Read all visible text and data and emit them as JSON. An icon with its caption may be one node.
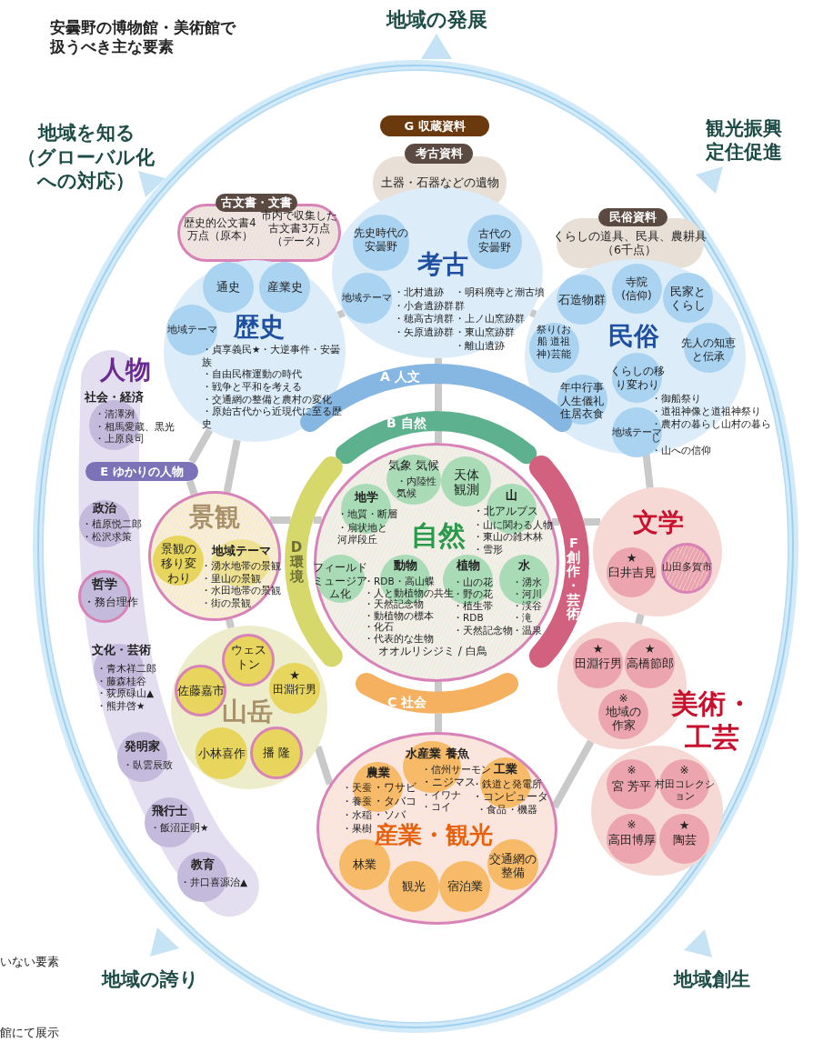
{
  "diagram": {
    "title": "安曇野の博物館・美術館で扱うべき主な要素",
    "nodes": [
      {
        "text": [
          "G 収蔵資料"
        ]
      },
      {
        "text": [
          "考古資料",
          "土器・石器などの遺物"
        ]
      },
      {
        "text": [
          "古文書・文書",
          "歴史的公文書4万点（原本）",
          "市内で収集した古文書3万点（データ）"
        ]
      },
      {
        "text": [
          "考古",
          "・北村遺跡",
          "・小倉遺跡群",
          "・穂高古墳群",
          "・矢原遺跡群",
          "・明科廃寺と潮古墳群",
          "・上ノ山窯跡群",
          "・東山窯跡群",
          "・離山遺跡"
        ]
      },
      {
        "text": [
          "先史時代の安曇野"
        ],
        "in": 3
      },
      {
        "text": [
          "古代の安曇野"
        ],
        "in": 3
      },
      {
        "text": [
          "地域テーマ"
        ],
        "in": 3
      },
      {
        "text": [
          "民俗資料",
          "くらしの道具、民具、農耕具（6千点）"
        ]
      },
      {
        "text": [
          "歴史",
          "・貞享義民★・大逆事件・安曇族",
          "・自由民権運動の時代",
          "・戦争と平和を考える",
          "・交通網の整備と農村の変化",
          "・原始古代から近現代に至る歴史"
        ]
      },
      {
        "text": [
          "通史"
        ],
        "in": 8
      },
      {
        "text": [
          "産業史"
        ],
        "in": 8
      },
      {
        "text": [
          "地域テーマ"
        ],
        "in": 8
      },
      {
        "text": [
          "民俗",
          "・御船祭り",
          "・道祖神像と道祖神祭り",
          "・農村の暮らし山村の暮らし",
          "・山への信仰"
        ]
      },
      {
        "text": [
          "石造物群"
        ],
        "in": 12
      },
      {
        "text": [
          "寺院(信仰)"
        ],
        "in": 12
      },
      {
        "text": [
          "民家とくらし"
        ],
        "in": 12
      },
      {
        "text": [
          "祭り(お船 道祖神)芸能"
        ],
        "in": 12
      },
      {
        "text": [
          "先人の知恵と伝承"
        ],
        "in": 12
      },
      {
        "text": [
          "くらしの移り変わり"
        ],
        "in": 12
      },
      {
        "text": [
          "年中行事人生儀礼住居衣食"
        ],
        "in": 12
      },
      {
        "text": [
          "地域テーマ"
        ],
        "in": 12
      },
      {
        "text": [
          "人物"
        ]
      },
      {
        "text": [
          "社会・経済",
          "・清澤洌",
          "・相馬愛蔵、黒光",
          "・上原良司"
        ],
        "in": 21
      },
      {
        "text": [
          "政治",
          "・植原悦二郎",
          "・松沢求策"
        ],
        "in": 21
      },
      {
        "text": [
          "哲学",
          "・務台理作"
        ],
        "in": 21
      },
      {
        "text": [
          "文化・芸術",
          "・青木祥二郎",
          "・藤森桂谷",
          "・荻原碌山▲",
          "・熊井啓★"
        ],
        "in": 21
      },
      {
        "text": [
          "発明家",
          "・臥雲辰致"
        ],
        "in": 21
      },
      {
        "text": [
          "飛行士",
          "・飯沼正明★"
        ],
        "in": 21
      },
      {
        "text": [
          "教育",
          "・井口喜源治▲"
        ],
        "in": 21
      },
      {
        "text": [
          "E ゆかりの人物"
        ],
        "in": 21
      },
      {
        "text": [
          "A 人文"
        ]
      },
      {
        "text": [
          "B 自然"
        ]
      },
      {
        "text": [
          "自然"
        ]
      },
      {
        "text": [
          "気象 気候",
          "・内陸性気候"
        ],
        "in": 32
      },
      {
        "text": [
          "天体観測"
        ],
        "in": 32
      },
      {
        "text": [
          "地学",
          "・地質・断層",
          "・扇状地と河岸段丘"
        ],
        "in": 32
      },
      {
        "text": [
          "山",
          "・北アルプス",
          "・山に関わる人物",
          "・東山の雑木林",
          "・雪形"
        ],
        "in": 32
      },
      {
        "text": [
          "フィールドミュージアム化"
        ],
        "in": 32
      },
      {
        "text": [
          "動物",
          "・RDB・高山蝶",
          "・人と動植物の共生",
          "・天然記念物",
          "・動植物の標本",
          "・化石",
          "・代表的な生物",
          "オオルリシジミ / 白鳥"
        ],
        "in": 32
      },
      {
        "text": [
          "植物",
          "・山の花",
          "・野の花",
          "・植生帯",
          "・RDB",
          "・天然記念物"
        ],
        "in": 32
      },
      {
        "text": [
          "水",
          "・湧水",
          "・河川",
          "・渓谷",
          "・滝",
          "・温泉"
        ],
        "in": 32
      },
      {
        "text": [
          "D 環境"
        ]
      },
      {
        "text": [
          "景観"
        ]
      },
      {
        "text": [
          "景観の移り変わり"
        ],
        "in": 42
      },
      {
        "text": [
          "地域テーマ",
          "・湧水地帯の景観",
          "・里山の景観",
          "・水田地帯の景観",
          "・街の景観"
        ],
        "in": 42
      },
      {
        "text": [
          "F 創作・芸術"
        ]
      },
      {
        "text": [
          "文学"
        ]
      },
      {
        "text": [
          "★",
          "臼井吉見"
        ],
        "in": 46
      },
      {
        "text": [
          "山田多賀市"
        ],
        "in": 46
      },
      {
        "text": [
          "山岳"
        ]
      },
      {
        "text": [
          "ウェストン"
        ],
        "in": 49
      },
      {
        "text": [
          "佐藤嘉市"
        ]
      },
      {
        "text": [
          "★",
          "田淵行男"
        ],
        "in": 49
      },
      {
        "text": [
          "小林喜作"
        ]
      },
      {
        "text": [
          "播 隆"
        ],
        "in": 49
      },
      {
        "text": [
          "美術・工芸"
        ]
      },
      {
        "text": [
          "★",
          "田淵行男"
        ],
        "in": 55
      },
      {
        "text": [
          "★",
          "高橋節郎"
        ],
        "in": 55
      },
      {
        "text": [
          "※",
          "地域の作家"
        ],
        "in": 55
      },
      {
        "text": [],
        "shape": "circle"
      },
      {
        "text": [
          "※",
          "宮 芳平"
        ],
        "in": 59
      },
      {
        "text": [
          "※",
          "村田コレクション"
        ],
        "in": 59
      },
      {
        "text": [
          "※",
          "高田博厚"
        ],
        "in": 59
      },
      {
        "text": [
          "★",
          "陶芸"
        ],
        "in": 59
      },
      {
        "text": [
          "C 社会"
        ]
      },
      {
        "text": [
          "産業・観光"
        ]
      },
      {
        "text": [
          "農業",
          "・天蚕",
          "・ワサビ",
          "・養蚕",
          "・タバコ",
          "・水稲",
          "・ソバ",
          "・果樹"
        ],
        "in": 65
      },
      {
        "text": [
          "水産業 養魚",
          "・信州サーモン",
          "・ニジマス",
          "・イワナ",
          "・コイ"
        ],
        "in": 65
      },
      {
        "text": [
          "工業",
          "・鉄道と発電所",
          "・コンピュータ",
          "・食品",
          "・機器"
        ],
        "in": 65
      },
      {
        "text": [
          "林業"
        ],
        "in": 65
      },
      {
        "text": [
          "観光"
        ],
        "in": 65
      },
      {
        "text": [
          "宿泊業"
        ],
        "in": 65
      },
      {
        "text": [
          "交通網の整備"
        ],
        "in": 65
      }
    ],
    "edges": [
      {
        "from": 8,
        "to": 3,
        "arrow": "none"
      },
      {
        "from": 3,
        "to": 12,
        "arrow": "none"
      },
      {
        "from": 3,
        "to": 30,
        "arrow": "none"
      },
      {
        "from": 30,
        "to": 31,
        "arrow": "none"
      },
      {
        "from": 31,
        "to": 32,
        "arrow": "none"
      },
      {
        "from": 8,
        "to": 42,
        "arrow": "none"
      },
      {
        "from": 29,
        "to": 8,
        "arrow": "none"
      },
      {
        "from": 29,
        "to": 42,
        "arrow": "none"
      },
      {
        "from": 42,
        "to": 41,
        "arrow": "none"
      },
      {
        "from": 41,
        "to": 32,
        "arrow": "none"
      },
      {
        "from": 42,
        "to": 49,
        "arrow": "none"
      },
      {
        "from": 49,
        "to": 65,
        "arrow": "none"
      },
      {
        "from": 32,
        "to": 64,
        "arrow": "none"
      },
      {
        "from": 64,
        "to": 65,
        "arrow": "none"
      },
      {
        "from": 32,
        "to": 45,
        "arrow": "none"
      },
      {
        "from": 45,
        "to": 46,
        "arrow": "none"
      },
      {
        "from": 12,
        "to": 46,
        "arrow": "none"
      },
      {
        "from": 46,
        "to": 55,
        "arrow": "none"
      },
      {
        "from": 65,
        "to": 55,
        "arrow": "none"
      }
    ],
    "labels": [
      "地域の発展",
      "地域を知る",
      "（グローバル化への対応）",
      "観光振興定住促進",
      "地域の誇り",
      "地域創生",
      "いない要素",
      "館にて展示"
    ]
  }
}
